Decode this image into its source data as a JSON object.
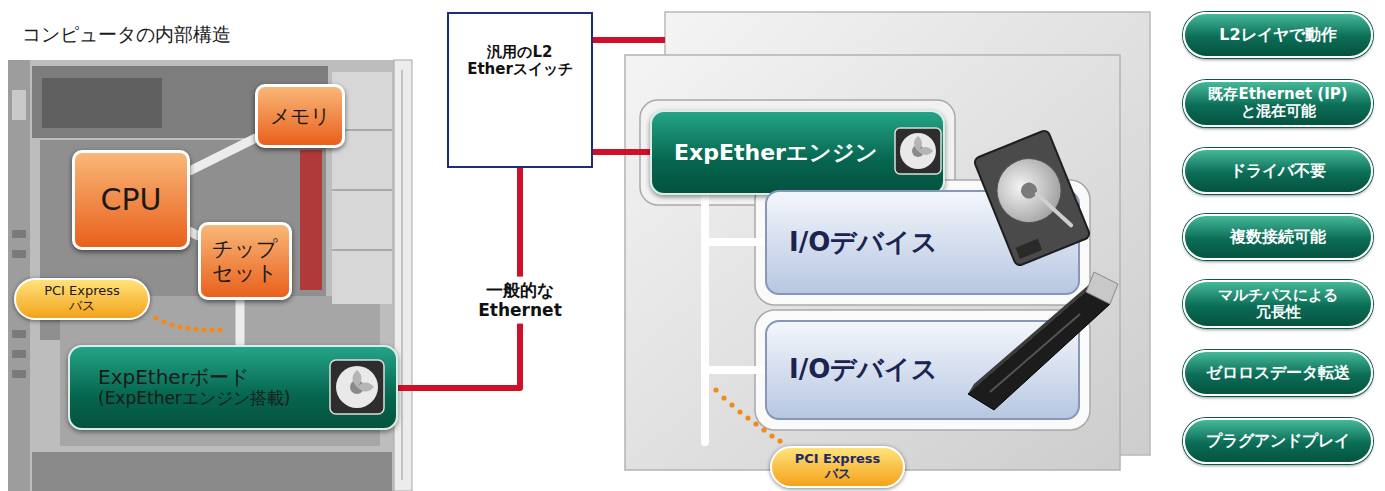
{
  "diagram": {
    "nodes": [
      {
        "text": [
          "コンピュータの内部構造"
        ]
      },
      {
        "text": [
          "メモリ"
        ],
        "in": 0
      },
      {
        "text": [
          "CPU"
        ],
        "in": 0
      },
      {
        "text": [
          "チップ セット"
        ],
        "in": 0
      },
      {
        "text": [
          "PCI Express バス"
        ],
        "in": 0
      },
      {
        "text": [
          "ExpEtherボード",
          "(ExpEtherエンジン搭載)"
        ],
        "in": 0
      },
      {
        "text": [
          "汎用のL2 Etherスイッチ"
        ]
      },
      {
        "text": [
          "ExpEtherエンジン"
        ]
      },
      {
        "text": [
          "I/Oデバイス"
        ]
      },
      {
        "text": [
          "I/Oデバイス"
        ]
      },
      {
        "text": [
          "PCI Express バス"
        ]
      },
      {
        "text": [
          "L2レイヤで動作"
        ]
      },
      {
        "text": [
          "既存Ethernet (IP) と混在可能"
        ]
      },
      {
        "text": [
          "ドライバ不要"
        ]
      },
      {
        "text": [
          "複数接続可能"
        ]
      },
      {
        "text": [
          "マルチパスによる 冗長性"
        ]
      },
      {
        "text": [
          "ゼロロスデータ転送"
        ]
      },
      {
        "text": [
          "プラグアンドプレイ"
        ]
      }
    ],
    "edges": [
      {
        "from": 2,
        "to": 1,
        "arrow": "none"
      },
      {
        "from": 2,
        "to": 3,
        "arrow": "none"
      },
      {
        "from": 3,
        "to": 5,
        "arrow": "none"
      },
      {
        "from": 5,
        "to": 6,
        "label": "一般的な Ethernet",
        "arrow": "none"
      },
      {
        "from": 6,
        "to": 7,
        "arrow": "none"
      },
      {
        "from": 7,
        "to": 8,
        "arrow": "none"
      },
      {
        "from": 7,
        "to": 9,
        "arrow": "none"
      }
    ]
  }
}
